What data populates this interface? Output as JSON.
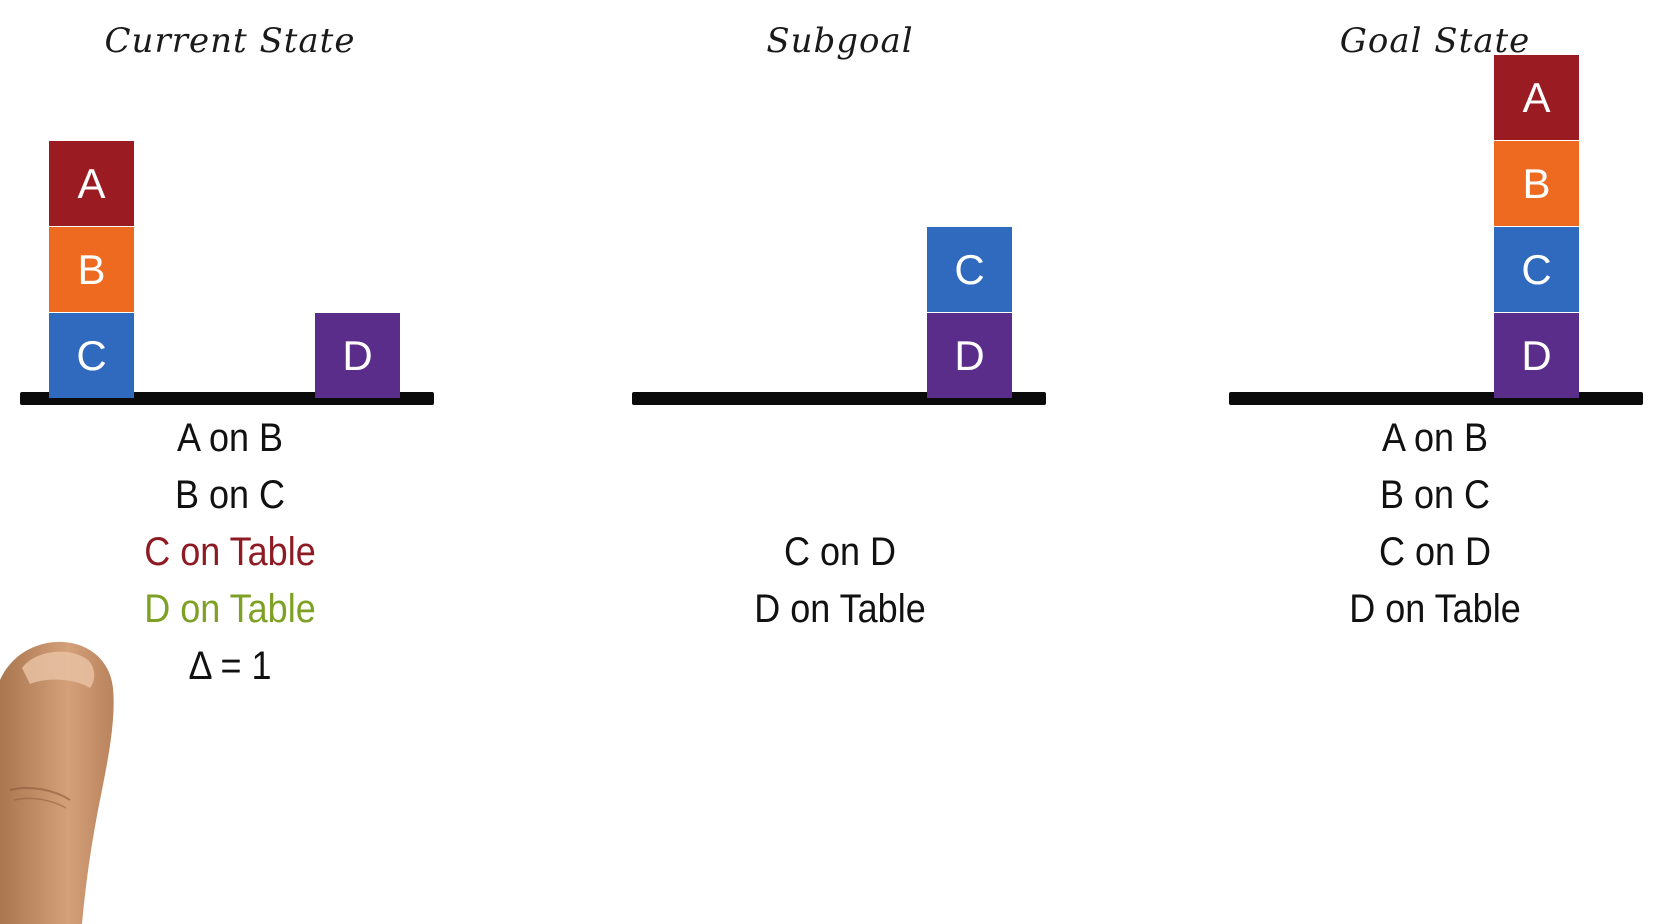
{
  "colors": {
    "block_a": "#9b1b22",
    "block_b": "#ef6a21",
    "block_c": "#2f6abf",
    "block_d": "#5b2d8a",
    "table": "#0a0a0a",
    "fact_red": "#8e1b23",
    "fact_green": "#7ea125"
  },
  "panels": {
    "current": {
      "title": "Current State",
      "facts": [
        "A on B",
        "B on C",
        "C on Table",
        "D on Table",
        "Δ = 1"
      ]
    },
    "subgoal": {
      "title": "Subgoal",
      "facts": [
        "C on D",
        "D on Table"
      ]
    },
    "goal": {
      "title": "Goal State",
      "facts": [
        "A on B",
        "B on C",
        "C on D",
        "D on Table"
      ]
    }
  },
  "blocks": {
    "a": "A",
    "b": "B",
    "c": "C",
    "d": "D"
  }
}
